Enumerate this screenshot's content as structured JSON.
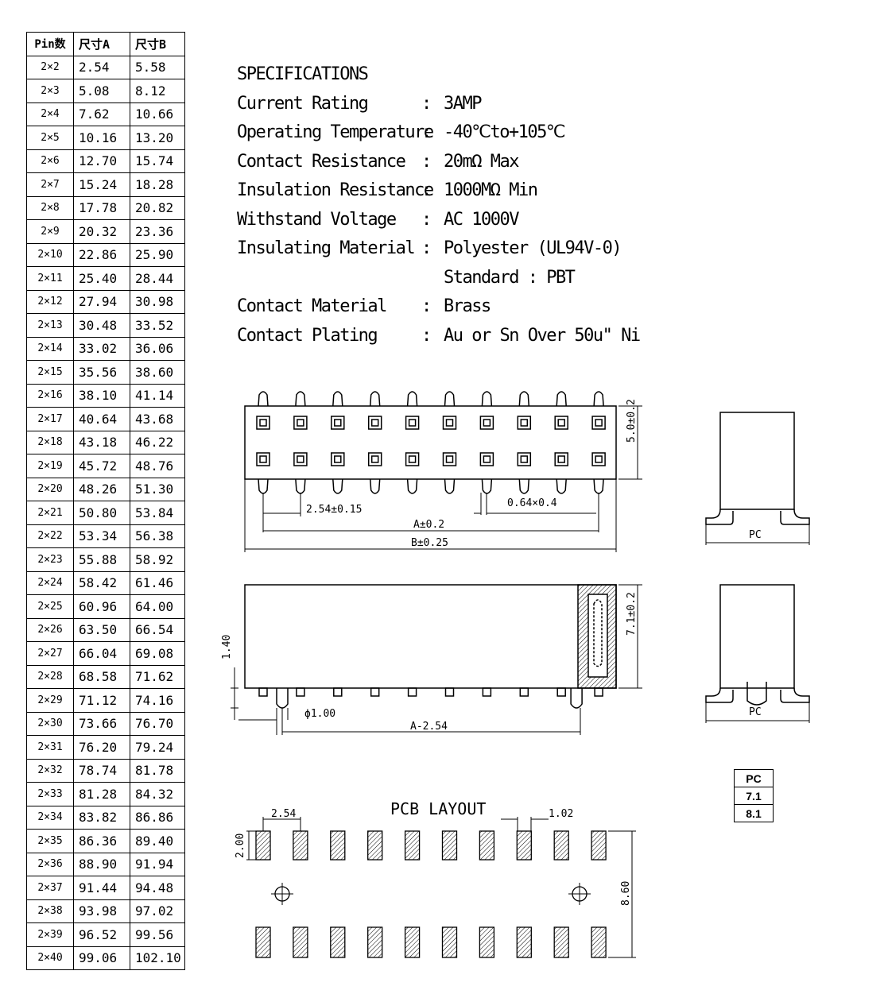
{
  "table": {
    "headers": [
      "Pin数",
      "尺寸A",
      "尺寸B"
    ],
    "rows": [
      [
        "2×2",
        "2.54",
        "5.58"
      ],
      [
        "2×3",
        "5.08",
        "8.12"
      ],
      [
        "2×4",
        "7.62",
        "10.66"
      ],
      [
        "2×5",
        "10.16",
        "13.20"
      ],
      [
        "2×6",
        "12.70",
        "15.74"
      ],
      [
        "2×7",
        "15.24",
        "18.28"
      ],
      [
        "2×8",
        "17.78",
        "20.82"
      ],
      [
        "2×9",
        "20.32",
        "23.36"
      ],
      [
        "2×10",
        "22.86",
        "25.90"
      ],
      [
        "2×11",
        "25.40",
        "28.44"
      ],
      [
        "2×12",
        "27.94",
        "30.98"
      ],
      [
        "2×13",
        "30.48",
        "33.52"
      ],
      [
        "2×14",
        "33.02",
        "36.06"
      ],
      [
        "2×15",
        "35.56",
        "38.60"
      ],
      [
        "2×16",
        "38.10",
        "41.14"
      ],
      [
        "2×17",
        "40.64",
        "43.68"
      ],
      [
        "2×18",
        "43.18",
        "46.22"
      ],
      [
        "2×19",
        "45.72",
        "48.76"
      ],
      [
        "2×20",
        "48.26",
        "51.30"
      ],
      [
        "2×21",
        "50.80",
        "53.84"
      ],
      [
        "2×22",
        "53.34",
        "56.38"
      ],
      [
        "2×23",
        "55.88",
        "58.92"
      ],
      [
        "2×24",
        "58.42",
        "61.46"
      ],
      [
        "2×25",
        "60.96",
        "64.00"
      ],
      [
        "2×26",
        "63.50",
        "66.54"
      ],
      [
        "2×27",
        "66.04",
        "69.08"
      ],
      [
        "2×28",
        "68.58",
        "71.62"
      ],
      [
        "2×29",
        "71.12",
        "74.16"
      ],
      [
        "2×30",
        "73.66",
        "76.70"
      ],
      [
        "2×31",
        "76.20",
        "79.24"
      ],
      [
        "2×32",
        "78.74",
        "81.78"
      ],
      [
        "2×33",
        "81.28",
        "84.32"
      ],
      [
        "2×34",
        "83.82",
        "86.86"
      ],
      [
        "2×35",
        "86.36",
        "89.40"
      ],
      [
        "2×36",
        "88.90",
        "91.94"
      ],
      [
        "2×37",
        "91.44",
        "94.48"
      ],
      [
        "2×38",
        "93.98",
        "97.02"
      ],
      [
        "2×39",
        "96.52",
        "99.56"
      ],
      [
        "2×40",
        "99.06",
        "102.10"
      ]
    ]
  },
  "specs": {
    "title": "SPECIFICATIONS",
    "items": [
      {
        "label": "Current Rating",
        "sep": ":",
        "value": "3AMP"
      },
      {
        "label": "Operating Temperature",
        "sep": ":",
        "value": "-40℃to+105℃"
      },
      {
        "label": "Contact Resistance",
        "sep": ":",
        "value": "20mΩ Max"
      },
      {
        "label": "Insulation Resistance",
        "sep": ":",
        "value": "1000MΩ Min"
      },
      {
        "label": "Withstand Voltage",
        "sep": ":",
        "value": "AC 1000V"
      },
      {
        "label": "Insulating Material",
        "sep": ":",
        "value": "Polyester (UL94V-0)"
      },
      {
        "label": "",
        "sep": "",
        "value": "Standard : PBT"
      },
      {
        "label": "Contact Material",
        "sep": ":",
        "value": "Brass"
      },
      {
        "label": "Contact Plating",
        "sep": ":",
        "value": "Au or Sn Over 50u\" Ni"
      }
    ]
  },
  "dims": {
    "height_5": "5.0±0.2",
    "pitch": "2.54±0.15",
    "pin_size": "0.64×0.4",
    "a": "A±0.2",
    "b": "B±0.25",
    "h_71": "7.1±0.2",
    "h_140": "1.40",
    "phi": "ϕ1.00",
    "a_minus": "A-2.54",
    "pc": "PC",
    "pcb_title": "PCB LAYOUT",
    "pcb_pitch": "2.54",
    "pcb_w": "1.02",
    "pcb_h": "2.00",
    "pcb_row": "8.60"
  },
  "pc_table": [
    "PC",
    "7.1",
    "8.1"
  ]
}
